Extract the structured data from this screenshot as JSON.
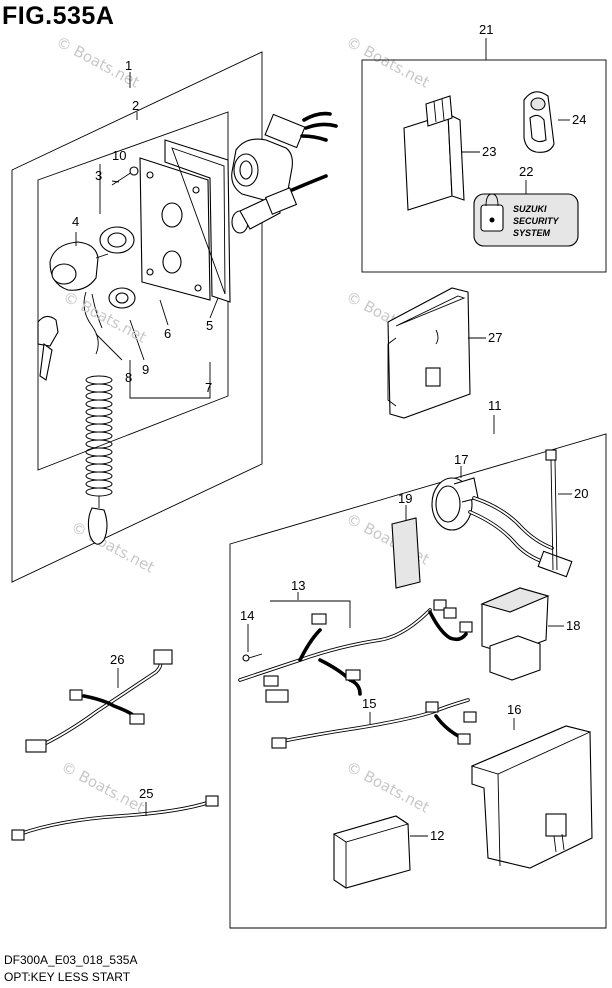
{
  "figure": {
    "title": "FIG.535A",
    "code": "DF300A_E03_018_535A",
    "subtitle": "OPT:KEY LESS START",
    "watermark": "© Boats.net",
    "watermark_inline": "© Boats.net"
  },
  "callouts": [
    "1",
    "2",
    "3",
    "4",
    "5",
    "6",
    "7",
    "8",
    "9",
    "10",
    "11",
    "12",
    "13",
    "14",
    "15",
    "16",
    "17",
    "18",
    "19",
    "20",
    "21",
    "22",
    "23",
    "24",
    "25",
    "26",
    "27"
  ],
  "badge": {
    "line1": "SUZUKI",
    "line2": "SECURITY",
    "line3": "SYSTEM"
  },
  "colors": {
    "line": "#000000",
    "watermark": "#c8c8c8",
    "background": "#ffffff"
  }
}
